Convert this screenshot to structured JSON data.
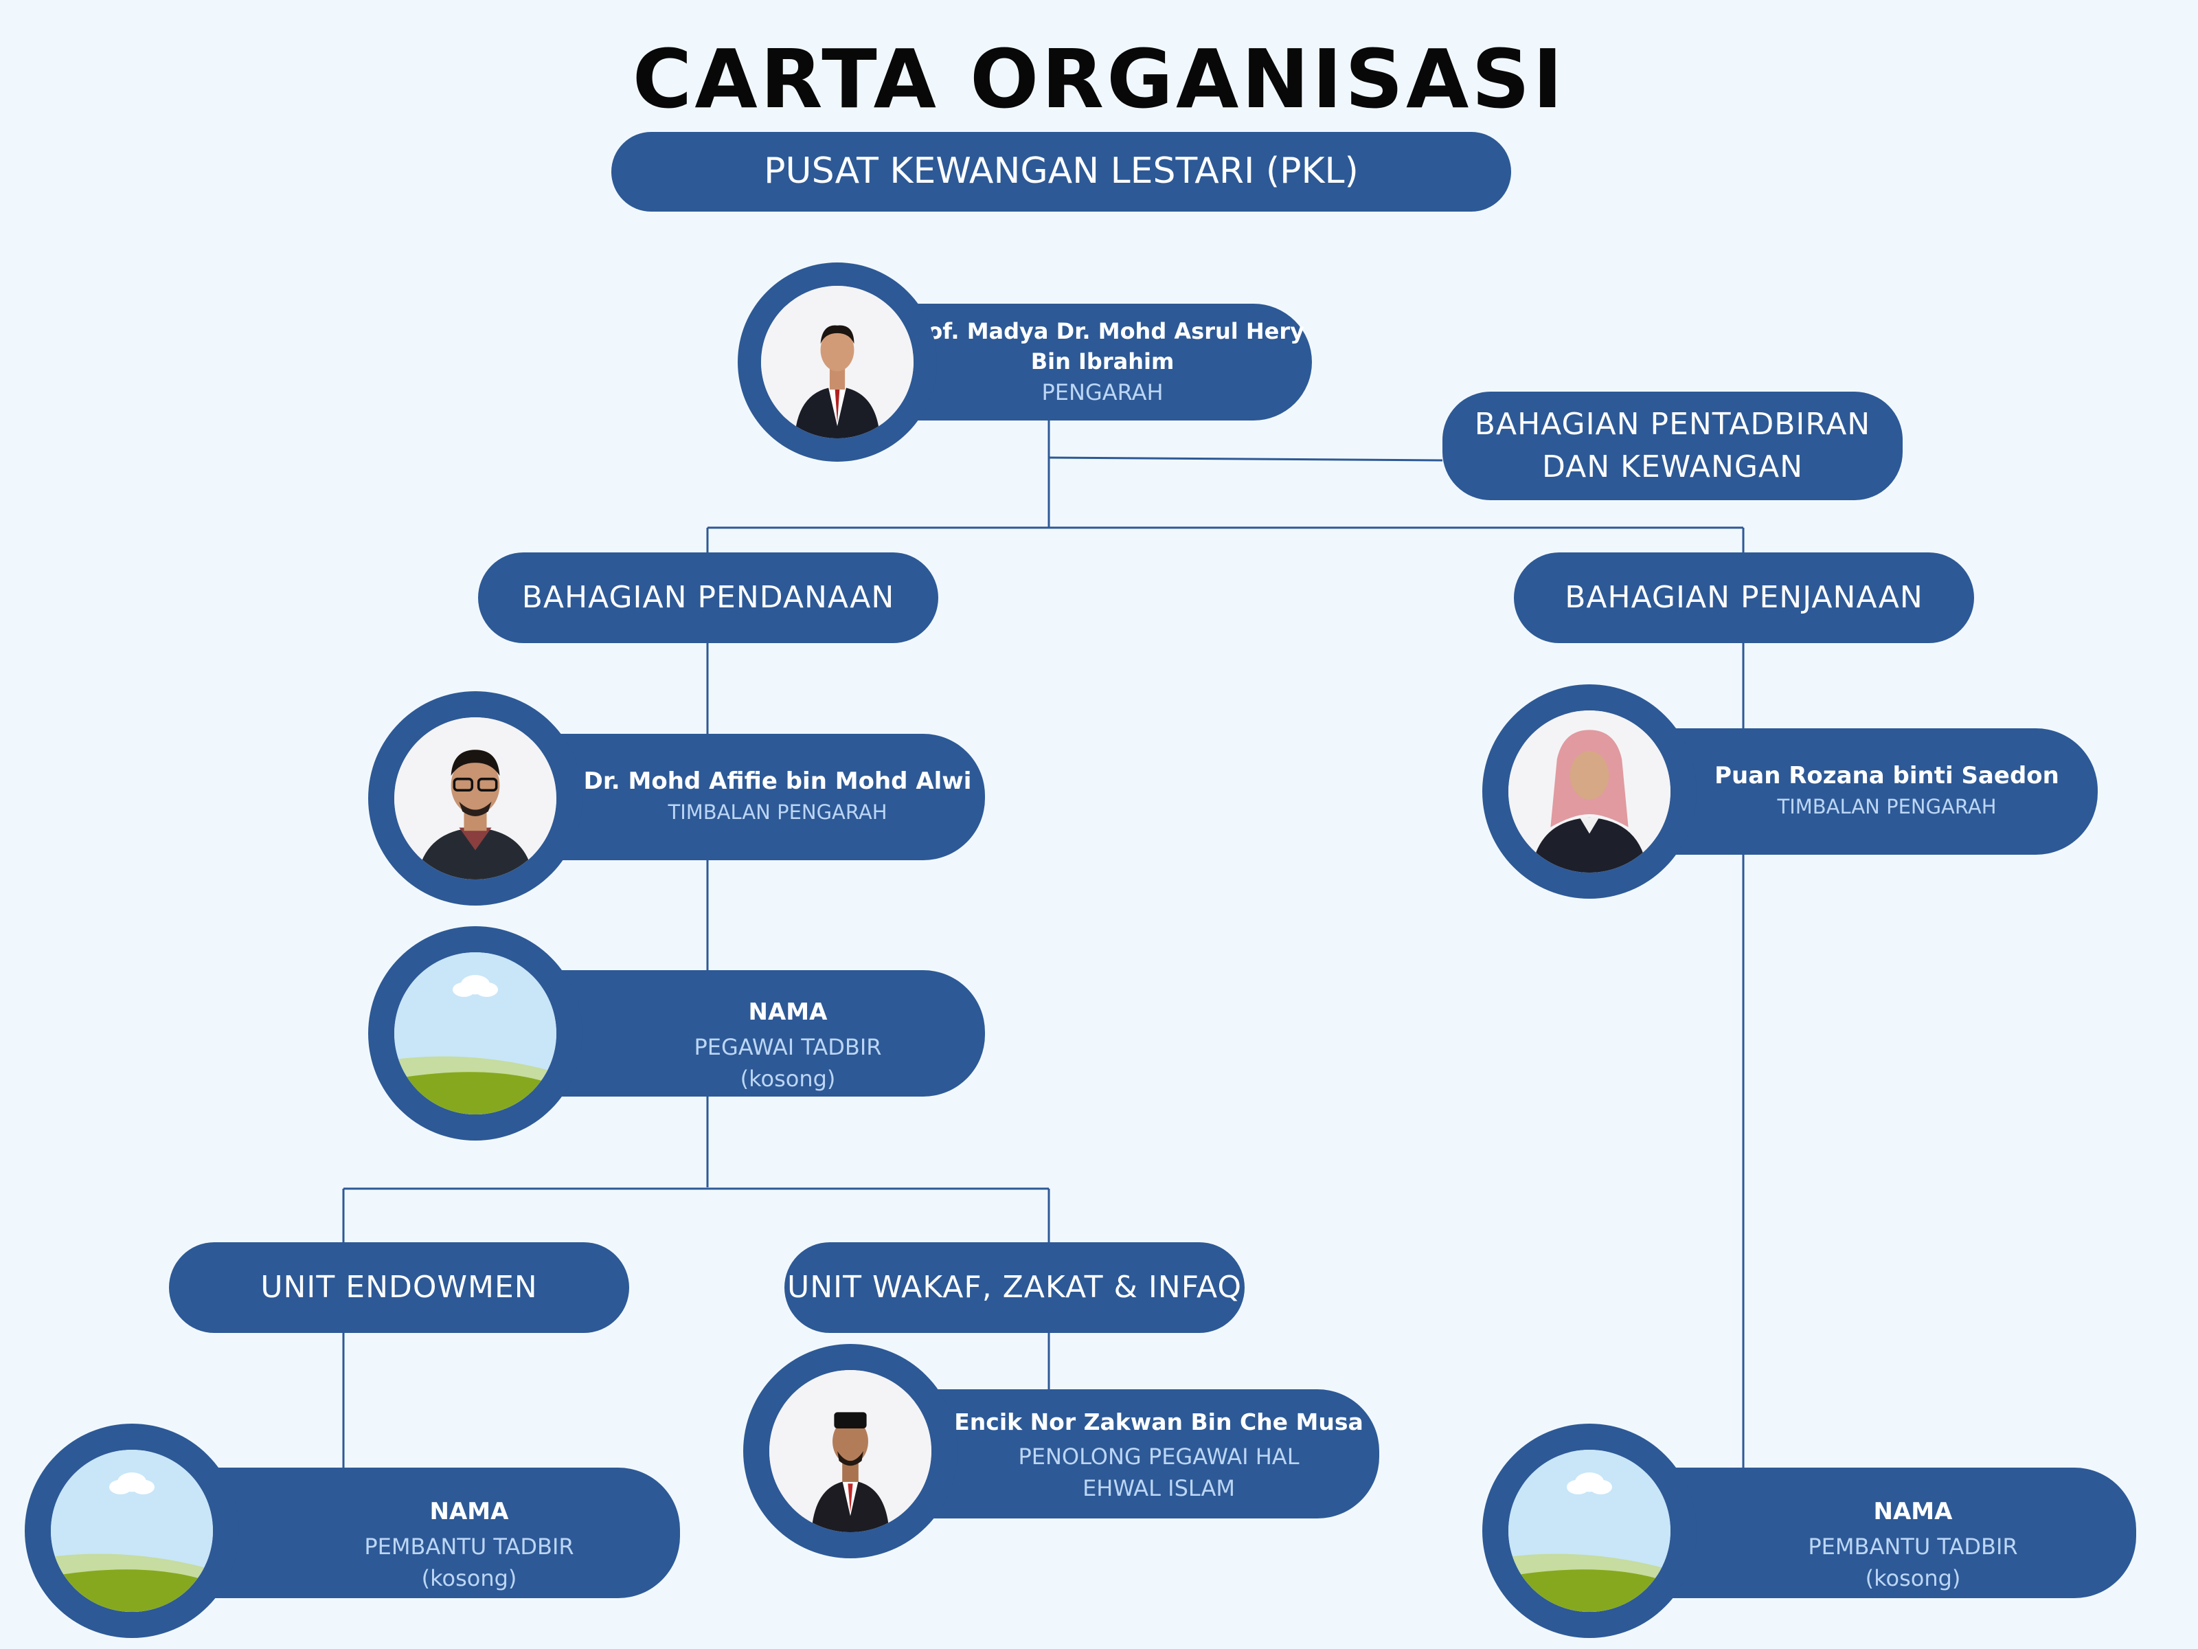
{
  "title": "CARTA ORGANISASI",
  "subtitle": "PUSAT KEWANGAN LESTARI (PKL)",
  "director": {
    "name_line1": "Prof. Madya Dr. Mohd Asrul Hery",
    "name_line2": "Bin Ibrahim",
    "role": "PENGARAH"
  },
  "admin_division": {
    "line1": "BAHAGIAN PENTADBIRAN",
    "line2": "DAN KEWANGAN"
  },
  "funding_division": {
    "label": "BAHAGIAN PENDANAAN"
  },
  "generation_division": {
    "label": "BAHAGIAN PENJANAAN"
  },
  "deputy_funding": {
    "name": "Dr. Mohd Afifie bin Mohd Alwi",
    "role": "TIMBALAN PENGARAH"
  },
  "deputy_generation": {
    "name": "Puan Rozana binti Saedon",
    "role": "TIMBALAN PENGARAH"
  },
  "admin_officer": {
    "name": "NAMA",
    "role": "PEGAWAI TADBIR",
    "status": "(kosong)"
  },
  "unit_endowment": {
    "label": "UNIT ENDOWMEN"
  },
  "unit_waqf": {
    "label": "UNIT WAKAF, ZAKAT & INFAQ"
  },
  "islamic_officer": {
    "name": "Encik Nor Zakwan Bin Che Musa",
    "role_line1": "PENOLONG PEGAWAI HAL",
    "role_line2": "EHWAL ISLAM"
  },
  "assistant_endowment": {
    "name": "NAMA",
    "role": "PEMBANTU TADBIR",
    "status": "(kosong)"
  },
  "assistant_generation": {
    "name": "NAMA",
    "role": "PEMBANTU TADBIR",
    "status": "(kosong)"
  },
  "colors": {
    "background": "#f1f8fd",
    "pill": "#2d5996",
    "role_text": "#bcd6f5",
    "avatar_bg": "#ede6fb"
  }
}
